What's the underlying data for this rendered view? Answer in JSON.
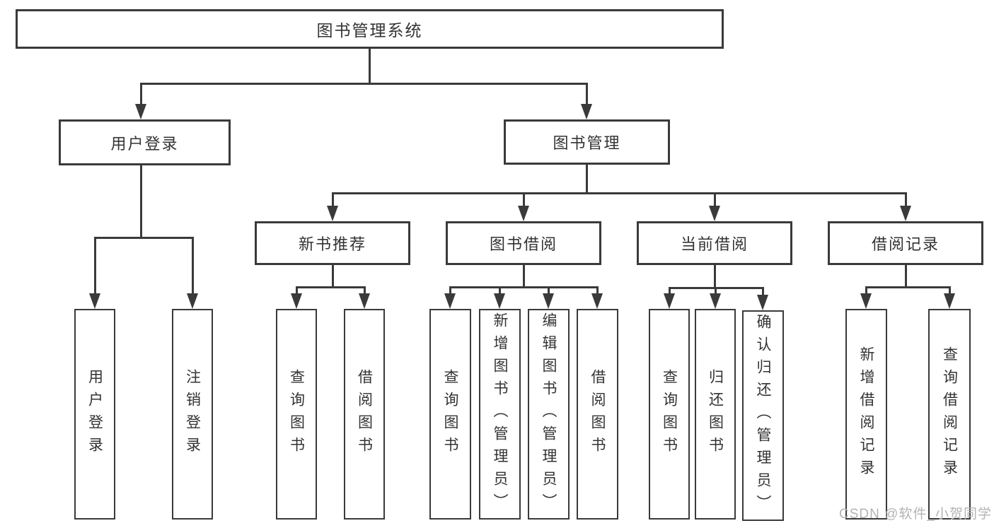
{
  "diagram": {
    "root": "图书管理系统",
    "level2": {
      "userLogin": "用户登录",
      "bookMgmt": "图书管理"
    },
    "level3": {
      "newRec": "新书推荐",
      "borrow": "图书借阅",
      "current": "当前借阅",
      "records": "借阅记录"
    },
    "leaves": {
      "userLogin": [
        "用户登录",
        "注销登录"
      ],
      "newRec": [
        "查询图书",
        "借阅图书"
      ],
      "borrow": [
        "查询图书",
        "新增图书（管理员）",
        "编辑图书（管理员）",
        "借阅图书"
      ],
      "current": [
        "查询图书",
        "归还图书",
        "确认归还（管理员）"
      ],
      "records": [
        "新增借阅记录",
        "查询借阅记录"
      ]
    }
  },
  "watermark": "CSDN @软件_小贺同学",
  "colors": {
    "line": "#3a3a3a",
    "text": "#333333",
    "watermark": "#b3b3b3",
    "background": "#ffffff"
  }
}
